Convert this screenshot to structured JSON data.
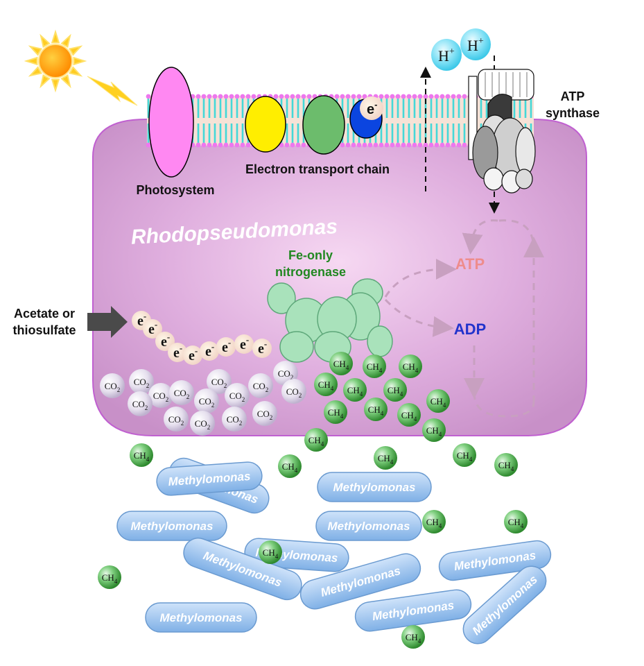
{
  "labels": {
    "photosystem": "Photosystem",
    "etc": "Electron transport chain",
    "atp_synthase_1": "ATP",
    "atp_synthase_2": "synthase",
    "organism": "Rhodopseudomonas",
    "nitrogenase_1": "Fe-only",
    "nitrogenase_2": "nitrogenase",
    "atp": "ATP",
    "adp": "ADP",
    "input_1": "Acetate or",
    "input_2": "thiosulfate",
    "proton": "H",
    "proton_charge": "+",
    "electron": "e",
    "electron_charge": "-",
    "co2_main": "CO",
    "co2_sub": "2",
    "ch4_main": "CH",
    "ch4_sub": "4",
    "methanotroph": "Methylomonas"
  },
  "colors": {
    "cell_fill": "#d9a6d9",
    "cell_border": "#c060d0",
    "membrane_heads": "#ee66ee",
    "membrane_tails": "#55dddd",
    "photosystem": "#ff80f0",
    "etc_1": "#ffee00",
    "etc_2": "#66bb66",
    "etc_3": "#0044dd",
    "nitrogenase": "#a8e0b8",
    "atp_text": "#ee8888",
    "adp_text": "#2233cc",
    "nitrogenase_text": "#228822",
    "methylomonas_fill": "#8ab8ea",
    "ch4_ball": "#3a9a3a",
    "co2_ball": "#d8cce8",
    "proton_ball": "#66ddf5",
    "sun": "#ffaa00",
    "arrow_dash": "#c090b8"
  },
  "icons": [
    "sun-icon",
    "lightning-icon",
    "input-arrow-icon"
  ]
}
